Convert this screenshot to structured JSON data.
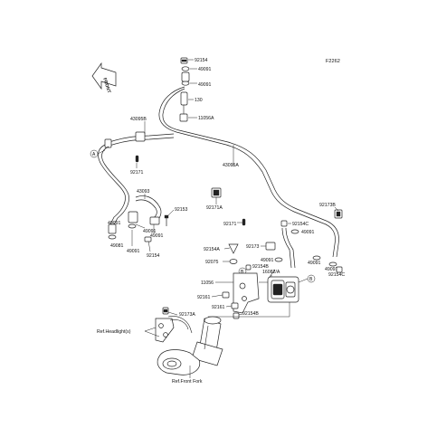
{
  "diagram_code": "F2262",
  "front_label": "FRONT",
  "callouts": {
    "A": "A",
    "B": "B"
  },
  "parts": {
    "p92154_top": "92154",
    "p49091_top1": "49091",
    "p49091_top2": "49091",
    "p130": "130",
    "p11056A": "11056A",
    "p43095B": "43095B",
    "p43095A": "43095A",
    "p92171_mid": "92171",
    "p43093": "43093",
    "p92171A": "92171A",
    "p92153": "92153",
    "p49091_l1": "49091",
    "p49091_l2": "49091",
    "p49091_l3": "49091",
    "p49081": "49081",
    "p49091_l4": "49091",
    "p92154_l": "92154",
    "p92171_r": "92171",
    "p92173B": "92173B",
    "p92154C_1": "92154C",
    "p49091_r1": "49091",
    "p92154A": "92154A",
    "p92173": "92173",
    "p92075": "92075",
    "p92154B_1": "92154B",
    "p16082A": "16082/A",
    "p49091_r2": "49091",
    "p49091_r3": "49091",
    "p49091_r4": "49091",
    "p92154C_2": "92154C",
    "p11056": "11056",
    "p92161_1": "92161",
    "p92161_2": "92161",
    "p92154B_2": "92154B",
    "p92173A": "92173A"
  },
  "refs": {
    "headlight": "Ref.Headlight(s)",
    "front_fork": "Ref.Front Fork"
  }
}
